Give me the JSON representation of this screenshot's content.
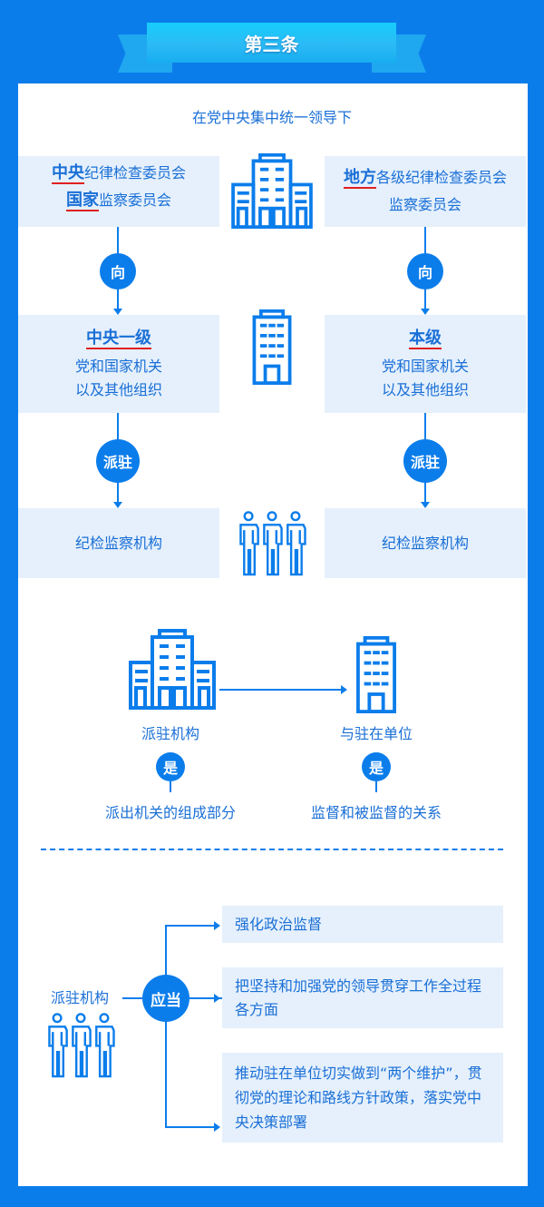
{
  "banner": {
    "title": "第三条"
  },
  "subtitle": "在党中央集中统一领导下",
  "left": {
    "top": {
      "l1_bold": "中央",
      "l1_rest": "纪律检查委员会",
      "l2_bold": "国家",
      "l2_rest": "监察委员会"
    },
    "step1": "向",
    "mid": {
      "bold": "中央一级",
      "l1": "党和国家机关",
      "l2": "以及其他组织"
    },
    "step2": "派驻",
    "bottom": "纪检监察机构"
  },
  "right": {
    "top": {
      "l1_bold": "地方",
      "l1_rest": "各级纪律检查委员会",
      "l2": "监察委员会"
    },
    "step1": "向",
    "mid": {
      "bold": "本级",
      "l1": "党和国家机关",
      "l2": "以及其他组织"
    },
    "step2": "派驻",
    "bottom": "纪检监察机构"
  },
  "relation": {
    "left": {
      "label": "派驻机构",
      "is": "是",
      "result": "派出机关的组成部分"
    },
    "right": {
      "label": "与驻在单位",
      "is": "是",
      "result": "监督和被监督的关系"
    }
  },
  "duties": {
    "subject": "派驻机构",
    "should": "应当",
    "items": [
      "强化政治监督",
      "把坚持和加强党的领导贯穿工作全过程各方面",
      "推动驻在单位切实做到“两个维护”，贯彻党的理论和路线方针政策，落实党中央决策部署"
    ]
  },
  "colors": {
    "background": "#0b7deb",
    "text": "#1a6fd6",
    "box": "#e5f0fc",
    "underline": "#e02020"
  }
}
